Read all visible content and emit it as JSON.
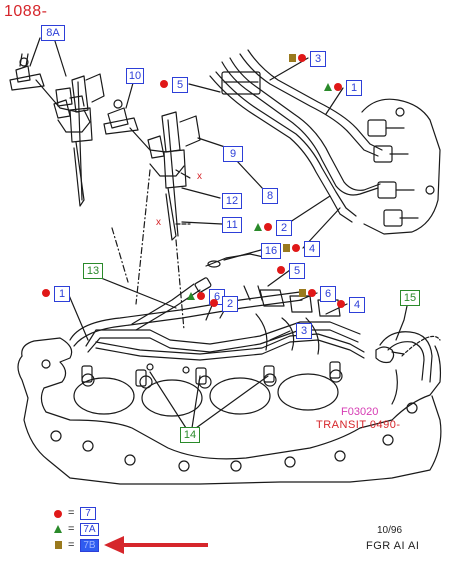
{
  "header": {
    "page_code": "1088-"
  },
  "callouts": [
    {
      "id": "c8A",
      "text": "8A",
      "color": "#2d3fd8"
    },
    {
      "id": "c10",
      "text": "10",
      "color": "#2d3fd8"
    },
    {
      "id": "c5a",
      "text": "5",
      "color": "#2d3fd8"
    },
    {
      "id": "c3a",
      "text": "3",
      "color": "#2d3fd8"
    },
    {
      "id": "c1a",
      "text": "1",
      "color": "#2d3fd8"
    },
    {
      "id": "c9",
      "text": "9",
      "color": "#2d3fd8"
    },
    {
      "id": "c8",
      "text": "8",
      "color": "#2d3fd8"
    },
    {
      "id": "c12",
      "text": "12",
      "color": "#2d3fd8"
    },
    {
      "id": "c11",
      "text": "11",
      "color": "#2d3fd8"
    },
    {
      "id": "c2a",
      "text": "2",
      "color": "#2d3fd8"
    },
    {
      "id": "c16",
      "text": "16",
      "color": "#2d3fd8"
    },
    {
      "id": "c4a",
      "text": "4",
      "color": "#2d3fd8"
    },
    {
      "id": "c13",
      "text": "13",
      "color": "#2a8a2a"
    },
    {
      "id": "c5b",
      "text": "5",
      "color": "#2d3fd8"
    },
    {
      "id": "c1b",
      "text": "1",
      "color": "#2d3fd8"
    },
    {
      "id": "c6a",
      "text": "6",
      "color": "#2d3fd8"
    },
    {
      "id": "c2b",
      "text": "2",
      "color": "#2d3fd8"
    },
    {
      "id": "c6b",
      "text": "6",
      "color": "#2d3fd8"
    },
    {
      "id": "c4b",
      "text": "4",
      "color": "#2d3fd8"
    },
    {
      "id": "c15",
      "text": "15",
      "color": "#2a8a2a"
    },
    {
      "id": "c3b",
      "text": "3",
      "color": "#2d3fd8"
    },
    {
      "id": "c14",
      "text": "14",
      "color": "#2a8a2a"
    }
  ],
  "marks": {
    "x1": "x",
    "x2": "x"
  },
  "figure": {
    "code": "F03020",
    "model": "TRANSIT 0490-"
  },
  "legend": {
    "dot_ref": "7",
    "tri_ref": "7A",
    "sq_ref": "7B",
    "eq1": "=",
    "eq2": "=",
    "eq3": "="
  },
  "footer": {
    "date": "10/96",
    "ref": "FGR AI AI"
  },
  "colors": {
    "blue_box": "#2d3fd8",
    "green_box": "#2a8a2a",
    "red_dot": "#e01818",
    "green_triangle": "#2a8a2a",
    "brown_square": "#9a7a1e",
    "arrow": "#d6262b",
    "highlight": "#2f5cf0"
  },
  "icons": {
    "dot": "red-circle-icon",
    "triangle": "green-triangle-icon",
    "square": "brown-square-icon",
    "pointer": "red-arrow-icon"
  }
}
